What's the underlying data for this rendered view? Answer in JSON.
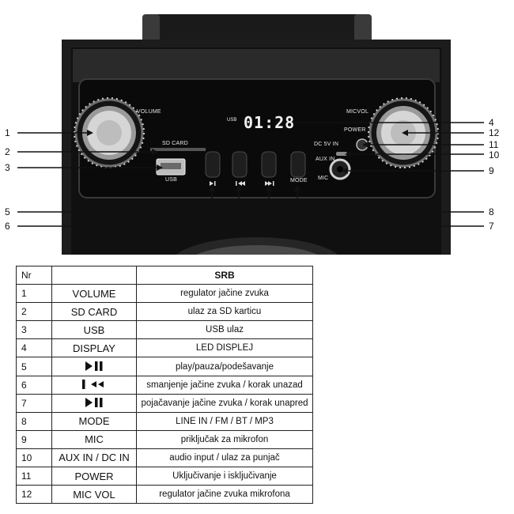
{
  "panel": {
    "volume_label": "VOLUME",
    "micvol_label": "MICVOL",
    "sdcard_label": "SD CARD",
    "usb_label": "USB",
    "mode_label": "MODE",
    "power_label": "POWER",
    "dc_label": "DC 5V IN",
    "aux_label": "AUX IN",
    "mic_label": "MIC",
    "display_usb": "USB",
    "display_time": "01:28"
  },
  "callouts": {
    "left": [
      "1",
      "2",
      "3",
      "5",
      "6"
    ],
    "right": [
      "4",
      "12",
      "11",
      "10",
      "9",
      "8",
      "7"
    ]
  },
  "table": {
    "headers": {
      "nr": "Nr",
      "name": "",
      "desc": "SRB"
    },
    "rows": [
      {
        "nr": "1",
        "name": "VOLUME",
        "icon": "",
        "desc": "regulator jačine zvuka"
      },
      {
        "nr": "2",
        "name": "SD CARD",
        "icon": "",
        "desc": "ulaz za SD karticu"
      },
      {
        "nr": "3",
        "name": "USB",
        "icon": "",
        "desc": "USB ulaz"
      },
      {
        "nr": "4",
        "name": "DISPLAY",
        "icon": "",
        "desc": "LED DISPLEJ"
      },
      {
        "nr": "5",
        "name": "",
        "icon": "play-pause-icon",
        "desc": "play/pauza/podešavanje"
      },
      {
        "nr": "6",
        "name": "",
        "icon": "previous-track-icon",
        "desc": "smanjenje jačine zvuka / korak unazad"
      },
      {
        "nr": "7",
        "name": "",
        "icon": "play-pause-icon",
        "desc": "pojačavanje jačine zvuka / korak unapred"
      },
      {
        "nr": "8",
        "name": "MODE",
        "icon": "",
        "desc": "LINE IN / FM / BT / MP3"
      },
      {
        "nr": "9",
        "name": "MIC",
        "icon": "",
        "desc": "priključak za mikrofon"
      },
      {
        "nr": "10",
        "name": "AUX IN / DC IN",
        "icon": "",
        "desc": "audio input / ulaz za punjač"
      },
      {
        "nr": "11",
        "name": "POWER",
        "icon": "",
        "desc": "Uključivanje i isključivanje"
      },
      {
        "nr": "12",
        "name": "MIC VOL",
        "icon": "",
        "desc": "regulator jačine zvuka mikrofona"
      }
    ]
  }
}
